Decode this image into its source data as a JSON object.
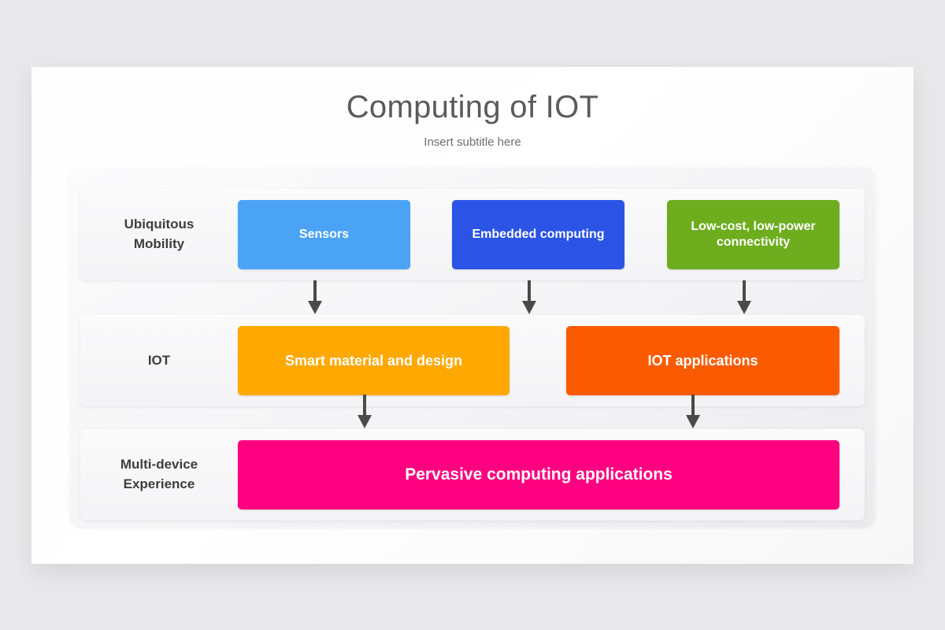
{
  "slide": {
    "title": "Computing of IOT",
    "subtitle": "Insert subtitle here"
  },
  "colors": {
    "page_background": "#e9e9eb",
    "slide_background": "#ffffff",
    "panel_background": "#f4f4f6",
    "title_text": "#5b5b5b",
    "subtitle_text": "#6e6e6e",
    "row_label_text": "#3d3d3d",
    "arrow": "#4a4a4a",
    "sensors": "#4ba3f5",
    "embedded_computing": "#2b54e6",
    "connectivity": "#6dad1e",
    "smart_material": "#ffa800",
    "iot_applications": "#fb5b00",
    "pervasive": "#ff0080"
  },
  "diagram": {
    "rows": [
      {
        "id": "ubiquitous-mobility",
        "label": "Ubiquitous\nMobility",
        "label_line_1": "Ubiquitous",
        "label_line_2": "Mobility",
        "nodes": [
          {
            "id": "sensors",
            "label": "Sensors",
            "color": "#4ba3f5"
          },
          {
            "id": "embedded-computing",
            "label": "Embedded computing",
            "color": "#2b54e6"
          },
          {
            "id": "connectivity",
            "label": "Low-cost, low-power connectivity",
            "color": "#6dad1e"
          }
        ]
      },
      {
        "id": "iot",
        "label": "IOT",
        "nodes": [
          {
            "id": "smart-material",
            "label": "Smart material and design",
            "color": "#ffa800"
          },
          {
            "id": "iot-applications",
            "label": "IOT applications",
            "color": "#fb5b00"
          }
        ]
      },
      {
        "id": "multi-device-experience",
        "label": "Multi-device\nExperience",
        "label_line_1": "Multi-device",
        "label_line_2": "Experience",
        "nodes": [
          {
            "id": "pervasive",
            "label": "Pervasive computing applications",
            "color": "#ff0080"
          }
        ]
      }
    ],
    "connectors": [
      {
        "id": "sensors-to-smart-material",
        "direction": "down",
        "icon": "down-arrow-icon"
      },
      {
        "id": "embedded-computing-to-iot",
        "direction": "down",
        "icon": "down-arrow-icon"
      },
      {
        "id": "connectivity-to-iot-applications",
        "direction": "down",
        "icon": "down-arrow-icon"
      },
      {
        "id": "smart-material-to-pervasive",
        "direction": "down",
        "icon": "down-arrow-icon"
      },
      {
        "id": "iot-applications-to-pervasive",
        "direction": "down",
        "icon": "down-arrow-icon"
      }
    ]
  }
}
